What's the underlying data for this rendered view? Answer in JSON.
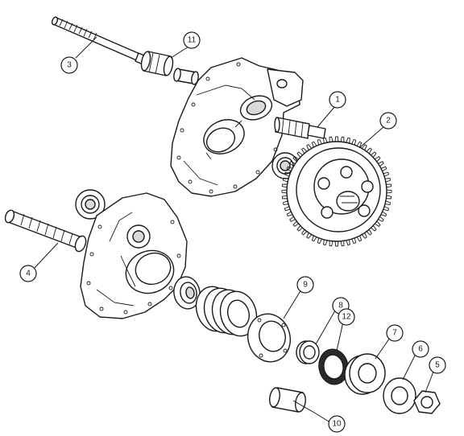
{
  "callouts": {
    "c1": "1",
    "c2": "2",
    "c3": "3",
    "c4": "4",
    "c5": "5",
    "c6": "6",
    "c7": "7",
    "c8": "8",
    "c9": "9",
    "c10": "10",
    "c11": "11",
    "c12": "12"
  },
  "colors": {
    "ink": "#1a1a1a",
    "paper": "#ffffff"
  }
}
